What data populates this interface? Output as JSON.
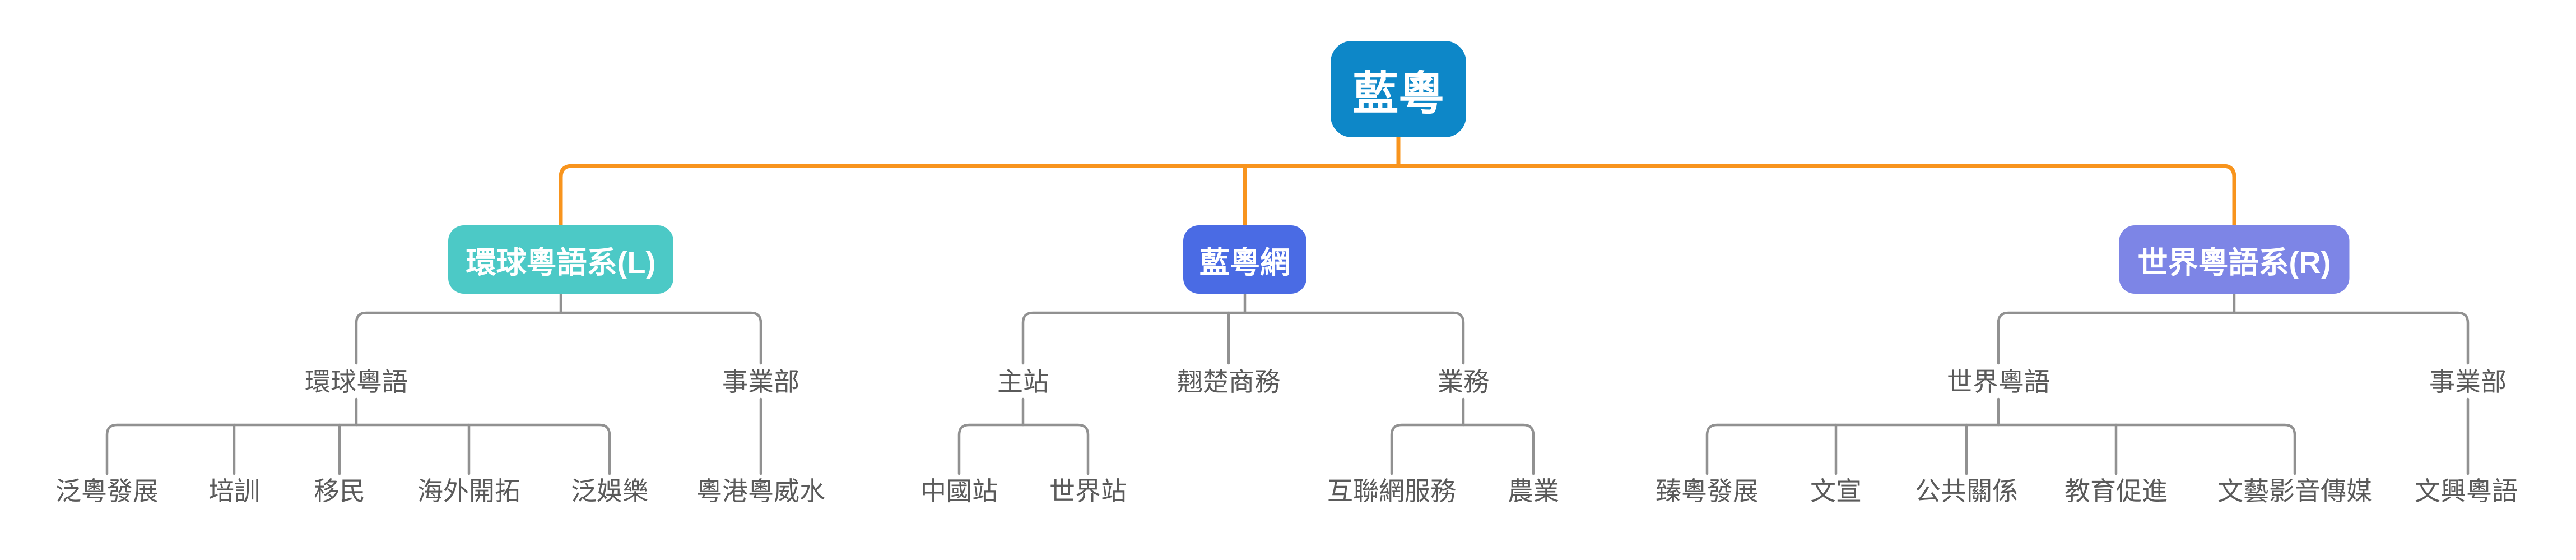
{
  "colors": {
    "root_bg": "#0d87c8",
    "branch_left_bg": "#4cc9c6",
    "branch_mid_bg": "#4a6be4",
    "branch_right_bg": "#7d85e6",
    "connector_primary": "#f8941d",
    "connector_secondary": "#919191",
    "leaf_text": "#5a5a5a",
    "node_text": "#ffffff"
  },
  "tree": {
    "root": {
      "label": "藍粵"
    },
    "branches": [
      {
        "label": "環球粵語系(L)",
        "children": [
          {
            "label": "環球粵語",
            "children": [
              {
                "label": "泛粵發展"
              },
              {
                "label": "培訓"
              },
              {
                "label": "移民"
              },
              {
                "label": "海外開拓"
              },
              {
                "label": "泛娛樂"
              }
            ]
          },
          {
            "label": "事業部",
            "children": [
              {
                "label": "粵港粵威水"
              }
            ]
          }
        ]
      },
      {
        "label": "藍粵網",
        "children": [
          {
            "label": "主站",
            "children": [
              {
                "label": "中國站"
              },
              {
                "label": "世界站"
              }
            ]
          },
          {
            "label": "翹楚商務",
            "children": []
          },
          {
            "label": "業務",
            "children": [
              {
                "label": "互聯網服務"
              },
              {
                "label": "農業"
              }
            ]
          }
        ]
      },
      {
        "label": "世界粵語系(R)",
        "children": [
          {
            "label": "世界粵語",
            "children": [
              {
                "label": "臻粵發展"
              },
              {
                "label": "文宣"
              },
              {
                "label": "公共關係"
              },
              {
                "label": "教育促進"
              },
              {
                "label": "文藝影音傳媒"
              }
            ]
          },
          {
            "label": "事業部",
            "children": [
              {
                "label": "文興粵語"
              }
            ]
          }
        ]
      }
    ]
  }
}
